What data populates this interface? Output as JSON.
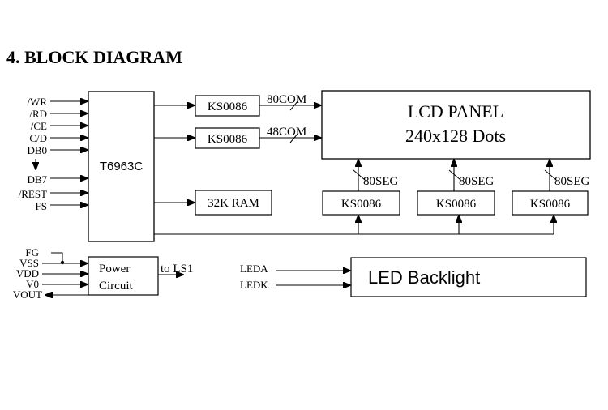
{
  "heading": "4.  BLOCK DIAGRAM",
  "controller": {
    "label": "T6963C"
  },
  "controller_pins": [
    "/WR",
    "/RD",
    "/CE",
    "C/D",
    "DB0",
    "DB7",
    "/REST",
    "FS"
  ],
  "com_drivers": [
    {
      "label": "KS0086",
      "bus": "80COM"
    },
    {
      "label": "KS0086",
      "bus": "48COM"
    }
  ],
  "ram": {
    "label": "32K RAM"
  },
  "lcd_panel": {
    "line1": "LCD  PANEL",
    "line2": "240x128 Dots"
  },
  "seg_drivers": [
    {
      "label": "KS0086",
      "bus": "80SEG"
    },
    {
      "label": "KS0086",
      "bus": "80SEG"
    },
    {
      "label": "KS0086",
      "bus": "80SEG"
    }
  ],
  "power": {
    "line1": "Power",
    "line2": "Circuit",
    "output": "to LS1",
    "pins": [
      "FG",
      "VSS",
      "VDD",
      "V0",
      "VOUT"
    ]
  },
  "backlight": {
    "label": "LED Backlight",
    "pins": [
      "LEDA",
      "LEDK"
    ]
  }
}
